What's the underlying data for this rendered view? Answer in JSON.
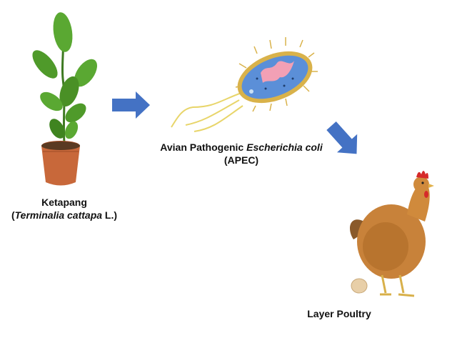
{
  "nodes": {
    "plant": {
      "name": "Ketapang",
      "sci_open": "(",
      "sci_italic": "Terminalia cattapa",
      "sci_close": " L.)",
      "icon": "potted-plant-icon"
    },
    "bacteria": {
      "name_prefix": "Avian Pathogenic ",
      "name_italic": "Escherichia coli",
      "abbr": "(APEC)",
      "icon": "bacterium-icon"
    },
    "poultry": {
      "name": "Layer Poultry",
      "icon": "hen-icon"
    }
  },
  "colors": {
    "arrow": "#4472c4",
    "leaf": "#4f9a2a",
    "pot": "#c8683a",
    "bacteria_body": "#5b8fd8",
    "bacteria_rim": "#d9b24a",
    "bacteria_inner": "#f2a0b5",
    "hen": "#c8823a"
  }
}
